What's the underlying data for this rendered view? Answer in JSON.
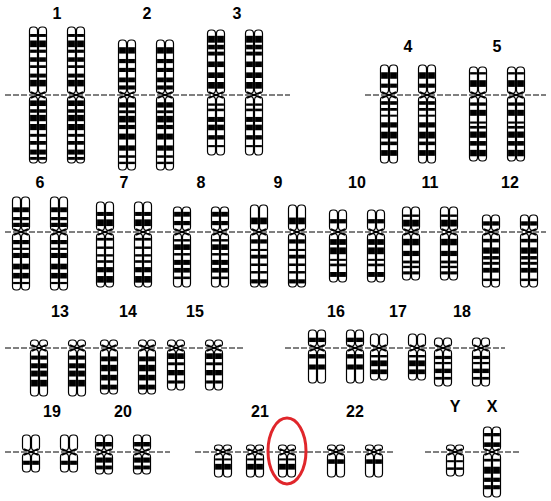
{
  "diagram": {
    "labels": [
      "1",
      "2",
      "3",
      "4",
      "5",
      "6",
      "7",
      "8",
      "9",
      "10",
      "11",
      "12",
      "13",
      "14",
      "15",
      "16",
      "17",
      "18",
      "19",
      "20",
      "21",
      "22",
      "Y",
      "X"
    ]
  }
}
